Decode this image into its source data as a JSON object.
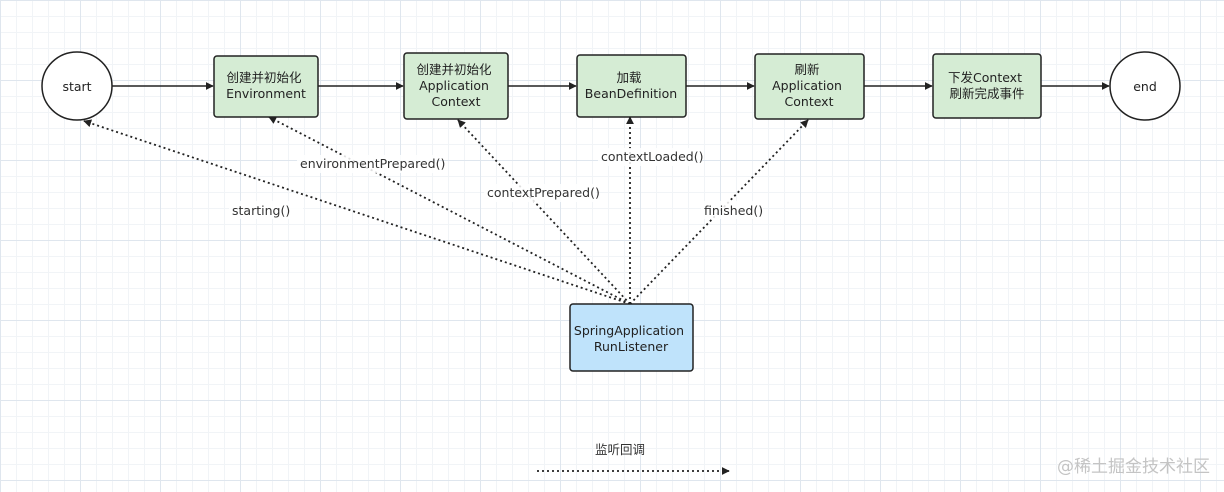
{
  "colors": {
    "step_fill": "#d5ecd4",
    "step_stroke": "#222222",
    "listener_fill": "#bfe3fb",
    "line": "#222222"
  },
  "nodes": {
    "start": "start",
    "env": [
      "创建并初始化",
      "Environment"
    ],
    "ctx": [
      "创建并初始化",
      "Application",
      "Context"
    ],
    "bean": [
      "加载",
      "BeanDefinition"
    ],
    "refresh": [
      "刷新",
      "Application",
      "Context"
    ],
    "publish": [
      "下发Context",
      "刷新完成事件"
    ],
    "end": "end",
    "listener": [
      "SpringApplication",
      "RunListener"
    ]
  },
  "callbacks": {
    "starting": "starting()",
    "environment_prepared": "environmentPrepared()",
    "context_prepared": "contextPrepared()",
    "context_loaded": "contextLoaded()",
    "finished": "finished()"
  },
  "legend": {
    "label": "监听回调"
  },
  "watermark": "@稀土掘金技术社区"
}
